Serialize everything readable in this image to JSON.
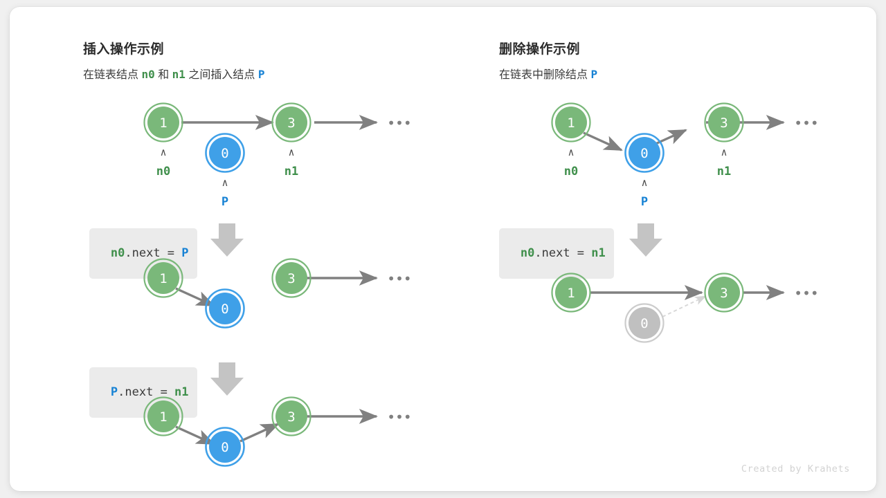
{
  "meta": {
    "watermark": "Created by Krahets",
    "bg": "#f0f0f0",
    "card_bg": "#ffffff"
  },
  "colors": {
    "green": "#7ab87a",
    "green_text": "#3f8f4b",
    "blue": "#3fa0e8",
    "blue_text": "#1782d4",
    "gray_node": "#c0c0c0",
    "arrow": "#808080",
    "dashed_arrow": "#d8d8d8",
    "chip_bg": "#ebebeb",
    "block_arrow": "#c4c4c4",
    "title": "#2b2b2b"
  },
  "left_panel": {
    "title": "插入操作示例",
    "subtitle_parts": [
      {
        "text": "在链表结点",
        "style": "plain"
      },
      {
        "text": "n0",
        "style": "green"
      },
      {
        "text": "和",
        "style": "plain"
      },
      {
        "text": "n1",
        "style": "green"
      },
      {
        "text": "之间插入结点",
        "style": "plain"
      },
      {
        "text": "P",
        "style": "blue"
      }
    ],
    "steps": [
      {
        "code_parts": [
          {
            "text": "n0",
            "style": "green"
          },
          {
            "text": ".next = ",
            "style": "plain"
          },
          {
            "text": "P",
            "style": "blue"
          }
        ]
      },
      {
        "code_parts": [
          {
            "text": "P",
            "style": "blue"
          },
          {
            "text": ".next = ",
            "style": "plain"
          },
          {
            "text": "n1",
            "style": "green"
          }
        ]
      }
    ],
    "rows": [
      {
        "name": "initial-state",
        "nodes": [
          {
            "value": "1",
            "color": "green",
            "label": "n0",
            "label_color": "green",
            "caret": "∧"
          },
          {
            "value": "0",
            "color": "blue",
            "label": "P",
            "label_color": "blue",
            "caret": "∧"
          },
          {
            "value": "3",
            "color": "green",
            "label": "n1",
            "label_color": "green",
            "caret": "∧"
          }
        ],
        "ellipsis": "•••"
      },
      {
        "name": "after-n0-next-p",
        "nodes": [
          {
            "value": "1",
            "color": "green"
          },
          {
            "value": "0",
            "color": "blue"
          },
          {
            "value": "3",
            "color": "green"
          }
        ],
        "ellipsis": "•••"
      },
      {
        "name": "after-p-next-n1",
        "nodes": [
          {
            "value": "1",
            "color": "green"
          },
          {
            "value": "0",
            "color": "blue"
          },
          {
            "value": "3",
            "color": "green"
          }
        ],
        "ellipsis": "•••"
      }
    ]
  },
  "right_panel": {
    "title": "删除操作示例",
    "subtitle_parts": [
      {
        "text": "在链表中删除结点",
        "style": "plain"
      },
      {
        "text": "P",
        "style": "blue"
      }
    ],
    "steps": [
      {
        "code_parts": [
          {
            "text": "n0",
            "style": "green"
          },
          {
            "text": ".next = ",
            "style": "plain"
          },
          {
            "text": "n1",
            "style": "green"
          }
        ]
      }
    ],
    "rows": [
      {
        "name": "initial-state",
        "nodes": [
          {
            "value": "1",
            "color": "green",
            "label": "n0",
            "label_color": "green",
            "caret": "∧"
          },
          {
            "value": "0",
            "color": "blue",
            "label": "P",
            "label_color": "blue",
            "caret": "∧"
          },
          {
            "value": "3",
            "color": "green",
            "label": "n1",
            "label_color": "green",
            "caret": "∧"
          }
        ],
        "ellipsis": "•••"
      },
      {
        "name": "after-deletion",
        "nodes": [
          {
            "value": "1",
            "color": "green"
          },
          {
            "value": "0",
            "color": "gray"
          },
          {
            "value": "3",
            "color": "green"
          }
        ],
        "ellipsis": "•••"
      }
    ]
  }
}
